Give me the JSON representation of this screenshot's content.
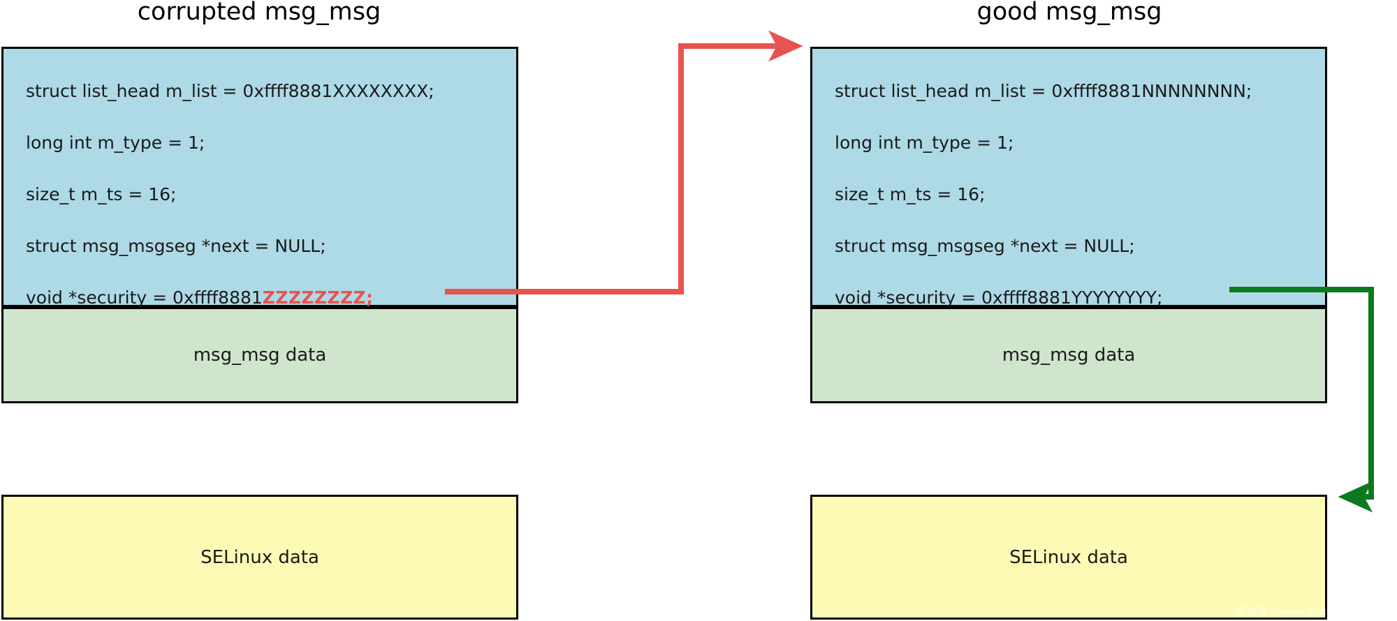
{
  "diagram": {
    "title_left": "corrupted msg_msg",
    "title_right": "good msg_msg",
    "colors": {
      "header_fill": "#aed9e6",
      "data_fill": "#cfe5cc",
      "selinux_fill": "#fcfab4",
      "border": "#000000",
      "arrow_red": "#e8534f",
      "arrow_green": "#0b7a1e",
      "corrupt_text": "#e8534f"
    }
  },
  "left_column": {
    "title": "corrupted msg_msg",
    "struct_fields": [
      {
        "text": "struct list_head m_list = 0xffff8881XXXXXXXX;",
        "corrupt_suffix": ""
      },
      {
        "text": "long int m_type = 1;",
        "corrupt_suffix": ""
      },
      {
        "text": "size_t m_ts = 16;",
        "corrupt_suffix": ""
      },
      {
        "text": "struct msg_msgseg *next = NULL;",
        "corrupt_suffix": ""
      },
      {
        "text": "void *security = 0xffff8881",
        "corrupt_suffix": "ZZZZZZZZ;"
      }
    ],
    "data_label": "msg_msg data",
    "selinux_label": "SELinux data"
  },
  "right_column": {
    "title": "good msg_msg",
    "struct_fields": [
      {
        "text": "struct list_head m_list = 0xffff8881NNNNNNNN;",
        "corrupt_suffix": ""
      },
      {
        "text": "long int m_type = 1;",
        "corrupt_suffix": ""
      },
      {
        "text": "size_t m_ts = 16;",
        "corrupt_suffix": ""
      },
      {
        "text": "struct msg_msgseg *next = NULL;",
        "corrupt_suffix": ""
      },
      {
        "text": "void *security = 0xffff8881YYYYYYYY;",
        "corrupt_suffix": ""
      }
    ],
    "data_label": "msg_msg data",
    "selinux_label": "SELinux data"
  },
  "arrows": {
    "red": {
      "name": "corrupted-security-to-good-msg",
      "color": "#e8534f"
    },
    "green": {
      "name": "good-security-to-selinux-data",
      "color": "#0b7a1e"
    }
  },
  "watermark": {
    "text": "安全客（www.anquanke.com）"
  }
}
